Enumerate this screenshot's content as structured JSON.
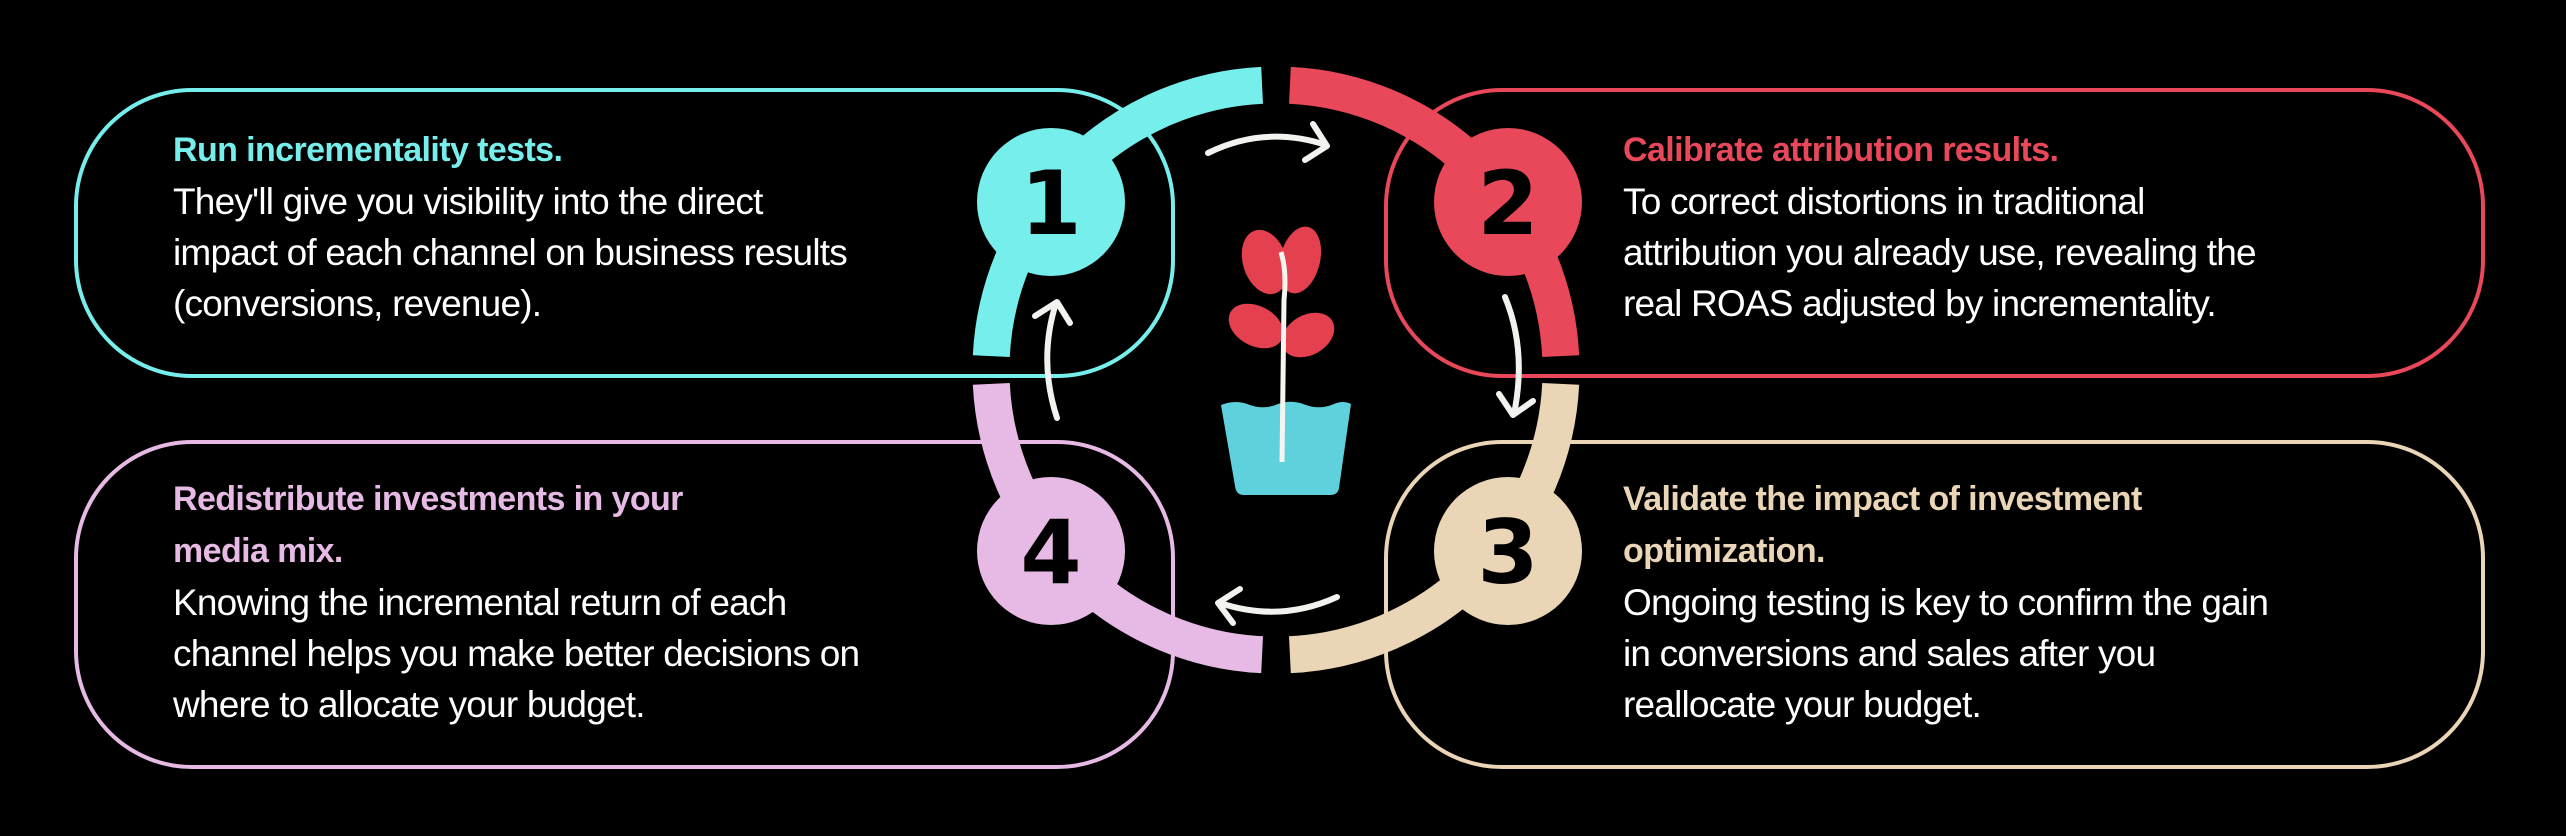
{
  "colors": {
    "background": "#000000",
    "step1": "#76EEEC",
    "step2": "#E8485A",
    "step3": "#EAD5B6",
    "step4": "#E6BAE4",
    "arrow": "#F2F2EE",
    "body_text": "#FFFFFF",
    "plant_leaf": "#E5404F",
    "plant_pot": "#5ED1DC",
    "plant_stem": "#F5F5F0"
  },
  "steps": [
    {
      "number": "1",
      "title_lines": [
        "Run incrementality tests."
      ],
      "body_lines": [
        "They'll give you visibility into the direct",
        "impact of each channel on business results",
        "(conversions, revenue)."
      ]
    },
    {
      "number": "2",
      "title_lines": [
        "Calibrate attribution results."
      ],
      "body_lines": [
        "To correct distortions in traditional",
        "attribution you already use, revealing the",
        "real ROAS adjusted by incrementality."
      ]
    },
    {
      "number": "3",
      "title_lines": [
        "Validate the impact of investment",
        "optimization."
      ],
      "body_lines": [
        "Ongoing testing is key to confirm the gain",
        "in conversions and sales after you",
        "reallocate your budget."
      ]
    },
    {
      "number": "4",
      "title_lines": [
        "Redistribute investments in your",
        "media mix."
      ],
      "body_lines": [
        "Knowing the incremental return of each",
        "channel helps you make better decisions on",
        "where to allocate your budget."
      ]
    }
  ],
  "cycle": {
    "order": [
      "1",
      "2",
      "3",
      "4"
    ],
    "direction": "clockwise",
    "center_icon": "plant-in-pot-icon",
    "arrow_icon": "curved-arrow-icon"
  }
}
